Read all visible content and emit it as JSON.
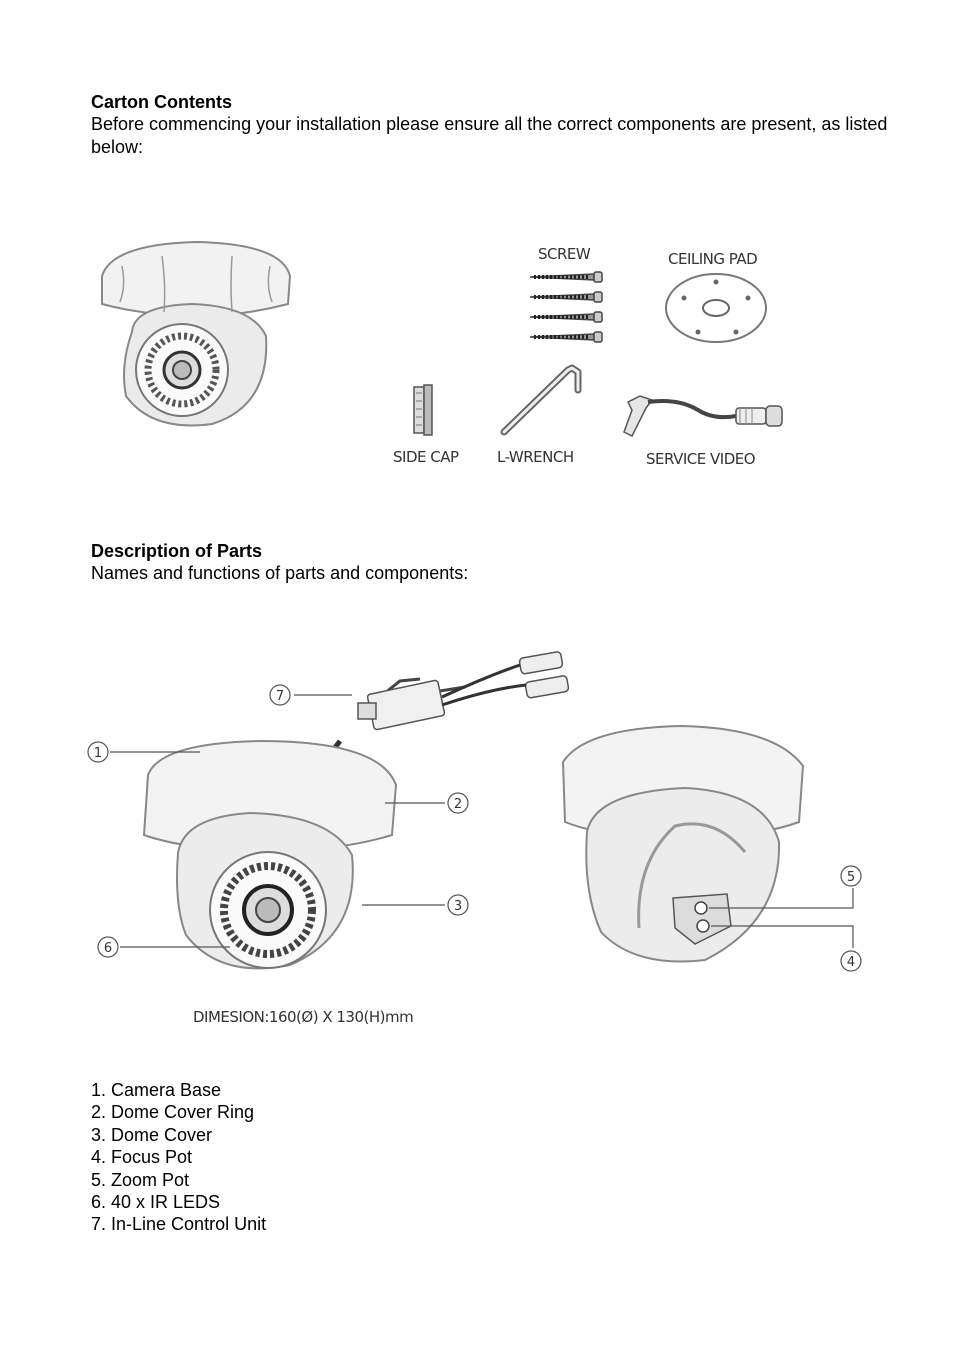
{
  "carton": {
    "heading": "Carton Contents",
    "intro": "Before commencing your installation please ensure all the correct components are present, as listed below:",
    "labels": {
      "screw": "SCREW",
      "ceiling_pad": "CEILING PAD",
      "side_cap": "SIDE CAP",
      "l_wrench": "L-WRENCH",
      "service_video": "SERVICE VIDEO"
    }
  },
  "parts": {
    "heading": "Description of Parts",
    "intro": "Names and functions of parts and components:",
    "callouts": [
      "1",
      "2",
      "3",
      "4",
      "5",
      "6",
      "7"
    ],
    "dimension": "DIMESION:160(Ø) X 130(H)mm",
    "list": [
      "1. Camera Base",
      "2. Dome Cover Ring",
      "3. Dome Cover",
      "4. Focus Pot",
      "5. Zoom Pot",
      "6. 40 x IR LEDS",
      "7. In-Line Control Unit"
    ]
  }
}
